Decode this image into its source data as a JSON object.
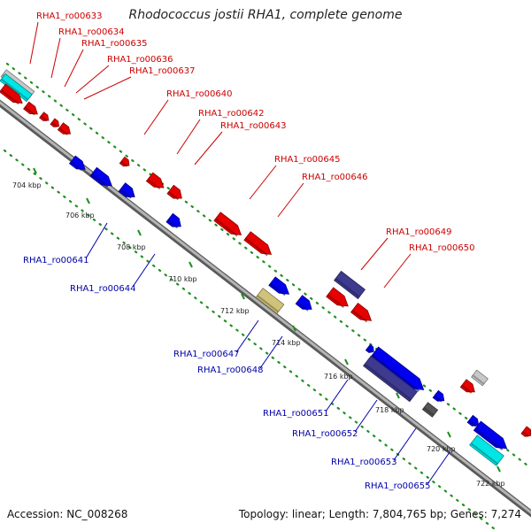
{
  "title": "Rhodococcus jostii RHA1, complete genome",
  "footer": {
    "accession": "Accession: NC_008268",
    "summary": "Topology: linear; Length: 7,804,765 bp; Genes: 7,274"
  },
  "colors": {
    "backbone": "#808080",
    "tick": "#1f8f1f",
    "label_top": "#cc0000",
    "label_bottom": "#0000aa",
    "red": "#e60000",
    "blue": "#0000ee",
    "navy": "#3d3a8f",
    "cyan": "#00e5e5",
    "lightgray": "#c8c8c8",
    "khaki": "#cfc27a",
    "darkgray": "#555555"
  },
  "ticks": [
    "704 kbp",
    "706 kbp",
    "708 kbp",
    "710 kbp",
    "712 kbp",
    "714 kbp",
    "716 kbp",
    "718 kbp",
    "720 kbp",
    "722 kbp"
  ],
  "top_labels": [
    "RHA1_ro00633",
    "RHA1_ro00634",
    "RHA1_ro00635",
    "RHA1_ro00636",
    "RHA1_ro00637",
    "RHA1_ro00640",
    "RHA1_ro00642",
    "RHA1_ro00643",
    "RHA1_ro00645",
    "RHA1_ro00646",
    "RHA1_ro00649",
    "RHA1_ro00650"
  ],
  "bottom_labels": [
    "RHA1_ro00641",
    "RHA1_ro00644",
    "RHA1_ro00647",
    "RHA1_ro00648",
    "RHA1_ro00651",
    "RHA1_ro00652",
    "RHA1_ro00653",
    "RHA1_ro00655"
  ]
}
